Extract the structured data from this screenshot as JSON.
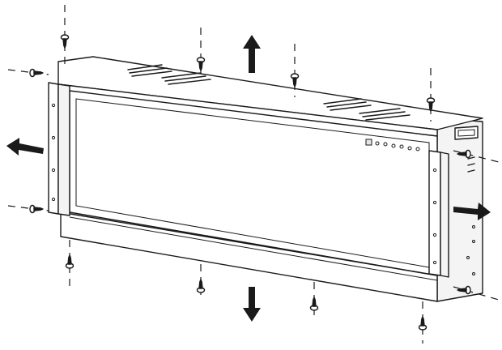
{
  "diagram": {
    "colors": {
      "background": "#ffffff",
      "ink": "#1a1a1a"
    },
    "arrows": [
      {
        "name": "arrow-up-icon",
        "direction": "up"
      },
      {
        "name": "arrow-down-icon",
        "direction": "down"
      },
      {
        "name": "arrow-left-icon",
        "direction": "left"
      },
      {
        "name": "arrow-right-icon",
        "direction": "right"
      }
    ],
    "screws_icon": "screw-icon"
  }
}
